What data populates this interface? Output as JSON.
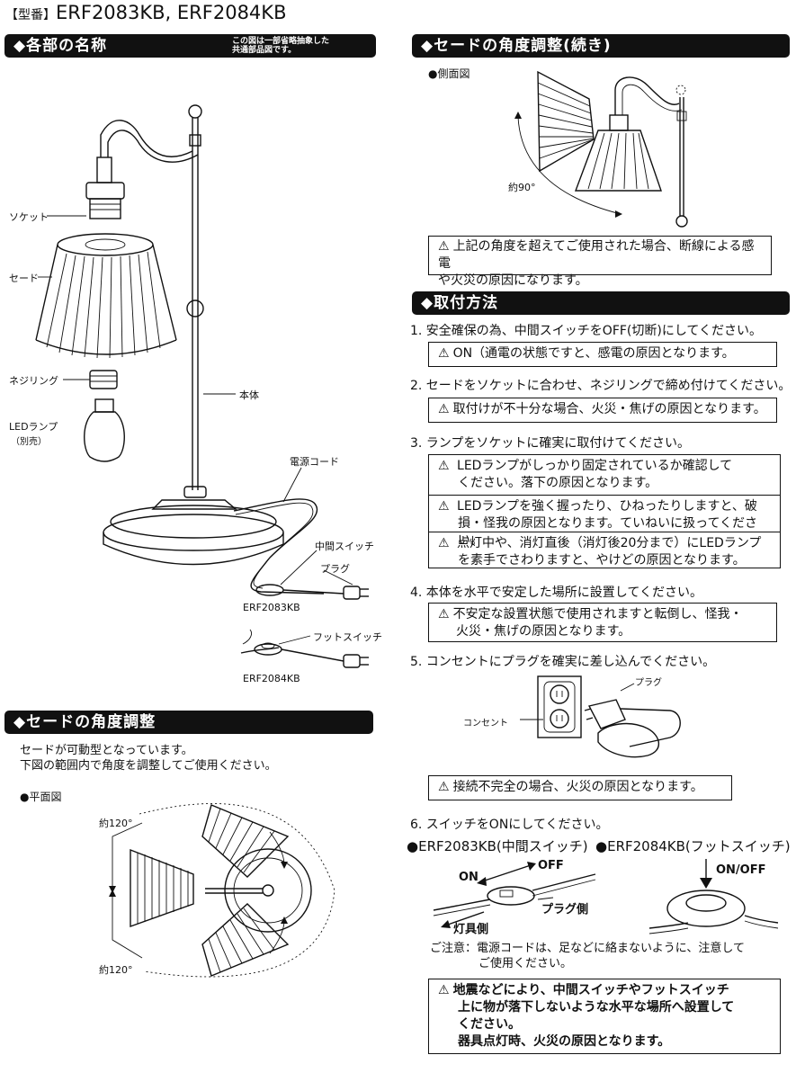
{
  "header": {
    "model_tag": "【型番】",
    "model_names": "ERF2083KB,  ERF2084KB"
  },
  "sections": {
    "parts": {
      "title": "◆各部の名称",
      "note_line1": "この図は一部省略抽象した",
      "note_line2": "共通部品図です。"
    },
    "angle": {
      "title": "◆セードの角度調整",
      "desc_line1": "セードが可動型となっています。",
      "desc_line2": "下図の範囲内で角度を調整してご使用ください。",
      "plan_view": "●平面図",
      "angle_top": "約120°",
      "angle_bottom": "約120°"
    },
    "angle_cont": {
      "title": "◆セードの角度調整(続き)",
      "side_view": "●側面図",
      "angle": "約90°",
      "warning_line1": "上記の角度を超えてご使用された場合、断線による感電",
      "warning_line2": "や火災の原因になります。"
    },
    "install": {
      "title": "◆取付方法"
    }
  },
  "parts_labels": {
    "socket": "ソケット",
    "shade": "セード",
    "nejiring": "ネジリング",
    "led_lamp": "LEDランプ",
    "led_lamp_note": "（別売）",
    "body": "本体",
    "cord": "電源コード",
    "mid_switch": "中間スイッチ",
    "plug": "プラグ",
    "model_a": "ERF2083KB",
    "foot_switch": "フットスイッチ",
    "model_b": "ERF2084KB"
  },
  "steps": [
    {
      "text": "1.  安全確保の為、中間スイッチをOFF(切断)にしてください。",
      "warnings": [
        "ON（通電の状態ですと、感電の原因となります。"
      ]
    },
    {
      "text": "2.  セードをソケットに合わせ、ネジリングで締め付けてください。",
      "warnings": [
        "取付けが不十分な場合、火災・焦げの原因となります。"
      ]
    },
    {
      "text": "3.  ランプをソケットに確実に取付けてください。",
      "warnings": [
        [
          "LEDランプがしっかり固定されているか確認して",
          "ください。落下の原因となります。"
        ],
        [
          "LEDランプを強く握ったり、ひねったりしますと、破",
          "損・怪我の原因となります。ていねいに扱ってください。"
        ],
        [
          "点灯中や、消灯直後（消灯後20分まで）にLEDランプ",
          "を素手でさわりますと、やけどの原因となります。"
        ]
      ]
    },
    {
      "text": "4.  本体を水平で安定した場所に設置してください。",
      "warnings": [
        [
          "不安定な設置状態で使用されますと転倒し、怪我・",
          "火災・焦げの原因となります。"
        ]
      ]
    },
    {
      "text": "5.  コンセントにプラグを確実に差し込んでください。",
      "labels": {
        "plug": "プラグ",
        "outlet": "コンセント"
      },
      "warnings": [
        "接続不完全の場合、火災の原因となります。"
      ]
    },
    {
      "text": "6.  スイッチをONにしてください。",
      "sub_a": "●ERF2083KB(中間スイッチ)",
      "sub_b": "●ERF2084KB(フットスイッチ)",
      "labels": {
        "on": "ON",
        "off": "OFF",
        "plug_side": "プラグ側",
        "lamp_side": "灯具側",
        "on_off": "ON/OFF"
      },
      "note_line1": "ご注意：電源コードは、足などに絡まないように、注意して",
      "note_line2": "ご使用ください。",
      "warnings": [
        [
          "地震などにより、中間スイッチやフットスイッチ",
          "上に物が落下しないような水平な場所へ設置して",
          "ください。",
          "器具点灯時、火災の原因となります。"
        ]
      ]
    }
  ],
  "icons": {
    "warning": "warning-triangle-icon"
  }
}
